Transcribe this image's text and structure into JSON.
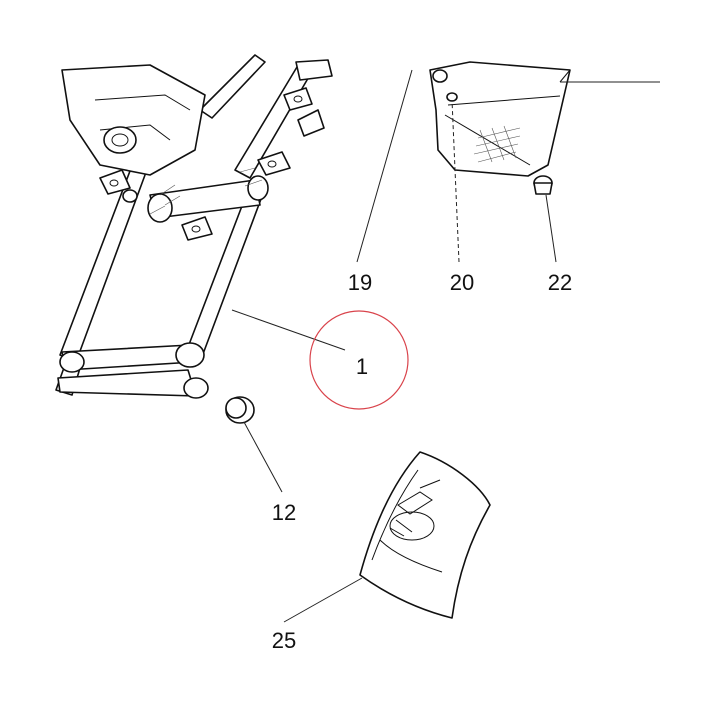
{
  "callouts": [
    {
      "id": "19",
      "label": "19"
    },
    {
      "id": "20",
      "label": "20"
    },
    {
      "id": "22",
      "label": "22"
    },
    {
      "id": "1",
      "label": "1"
    },
    {
      "id": "12",
      "label": "12"
    },
    {
      "id": "25",
      "label": "25"
    }
  ],
  "highlight": {
    "callout": "1",
    "color": "#d9434b"
  },
  "line_color": "#111111"
}
